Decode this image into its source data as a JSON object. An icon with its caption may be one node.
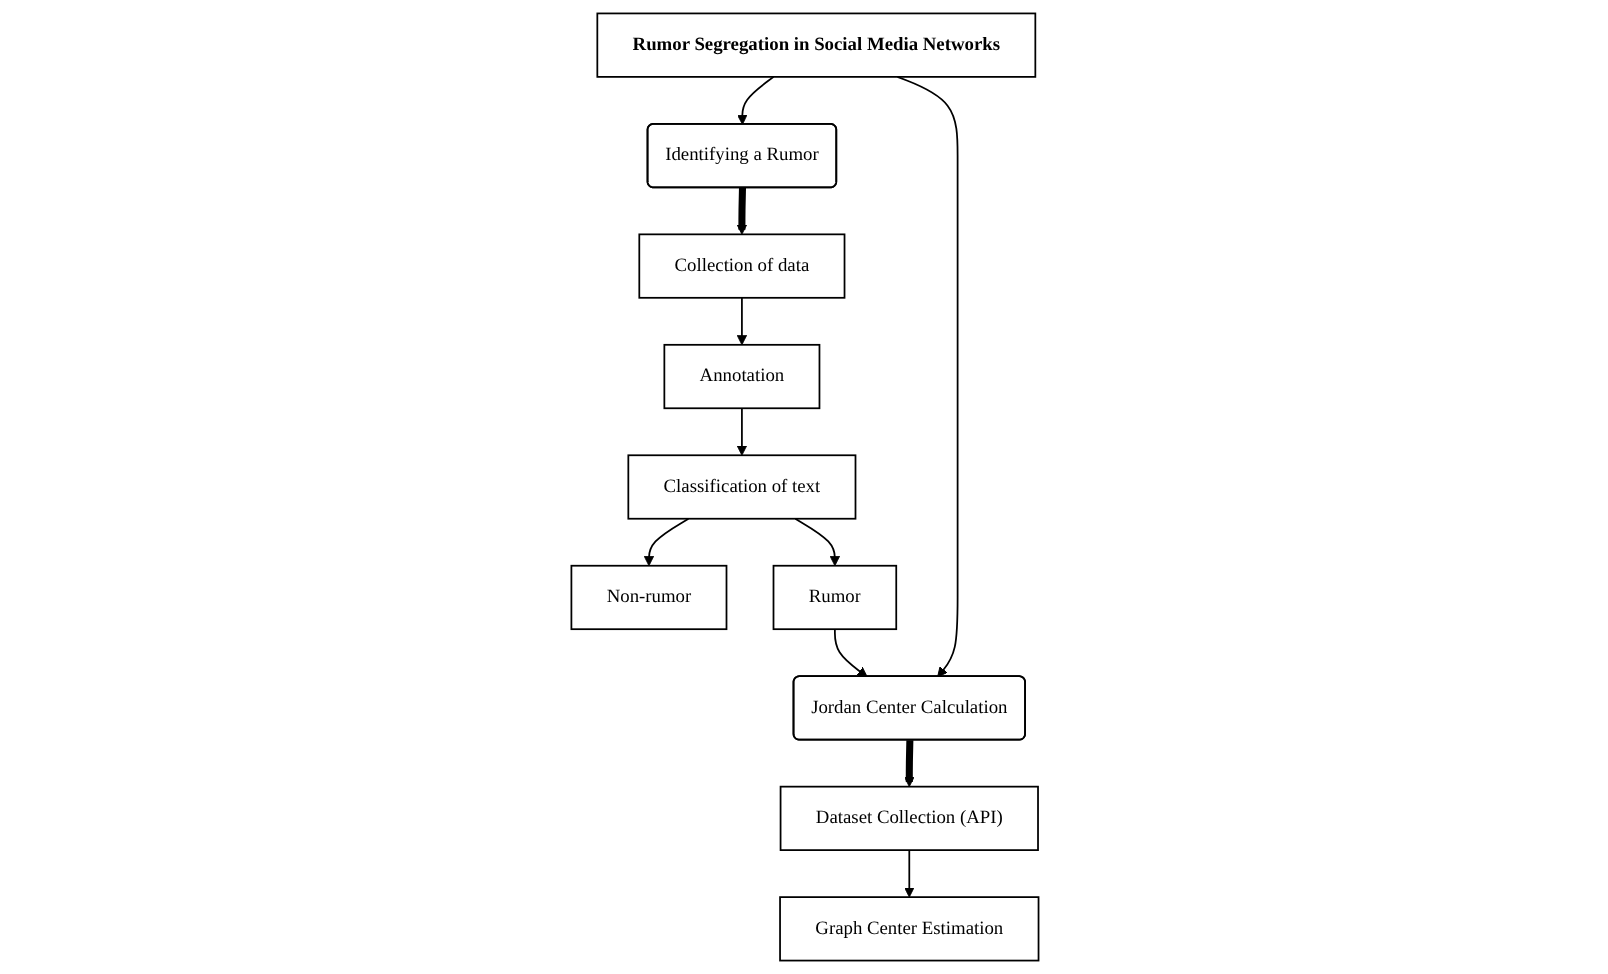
{
  "diagram": {
    "nodes": [
      {
        "text": [
          "Rumor Segregation in Social Media Networks"
        ]
      },
      {
        "text": [
          "Identifying a Rumor"
        ]
      },
      {
        "text": [
          "Jordan Center Calculation"
        ]
      },
      {
        "text": [
          "Collection of data"
        ]
      },
      {
        "text": [
          "Annotation"
        ]
      },
      {
        "text": [
          "Classification of text"
        ]
      },
      {
        "text": [
          "Non-rumor"
        ]
      },
      {
        "text": [
          "Rumor"
        ]
      },
      {
        "text": [
          "Dataset Collection (API)"
        ]
      },
      {
        "text": [
          "Graph Center Estimation"
        ]
      }
    ],
    "edges": [
      {
        "from": 0,
        "to": 1,
        "arrow": "to"
      },
      {
        "from": 0,
        "to": 2,
        "arrow": "to"
      },
      {
        "from": 1,
        "to": 3,
        "arrow": "to",
        "style": "thick"
      },
      {
        "from": 3,
        "to": 4,
        "arrow": "to"
      },
      {
        "from": 4,
        "to": 5,
        "arrow": "to"
      },
      {
        "from": 5,
        "to": 6,
        "arrow": "to"
      },
      {
        "from": 5,
        "to": 7,
        "arrow": "to"
      },
      {
        "from": 7,
        "to": 2,
        "arrow": "to"
      },
      {
        "from": 2,
        "to": 8,
        "arrow": "to",
        "style": "thick"
      },
      {
        "from": 8,
        "to": 9,
        "arrow": "to"
      }
    ]
  }
}
